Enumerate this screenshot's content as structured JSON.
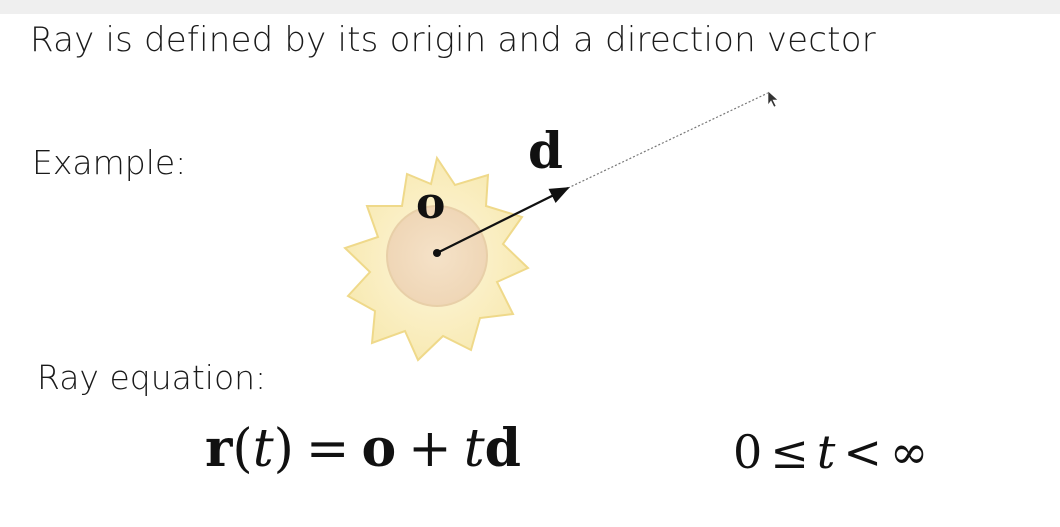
{
  "slide": {
    "title": "Ray is defined by its origin and a direction vector",
    "example_label": "Example:",
    "equation_label": "Ray equation:"
  },
  "diagram": {
    "origin_label": "o",
    "direction_label": "d",
    "sun_color": "#f7e7a8",
    "sun_outline": "#efd98a",
    "core_color": "#f0d8b8"
  },
  "equation": {
    "r": "r",
    "t_open": "(",
    "t": "t",
    "t_close": ")",
    "equals": "=",
    "o": "o",
    "plus": "+",
    "t2": "t",
    "d": "d"
  },
  "range": {
    "zero": "0",
    "leq": "≤",
    "t": "t",
    "lt": "<",
    "infinity": "∞"
  }
}
